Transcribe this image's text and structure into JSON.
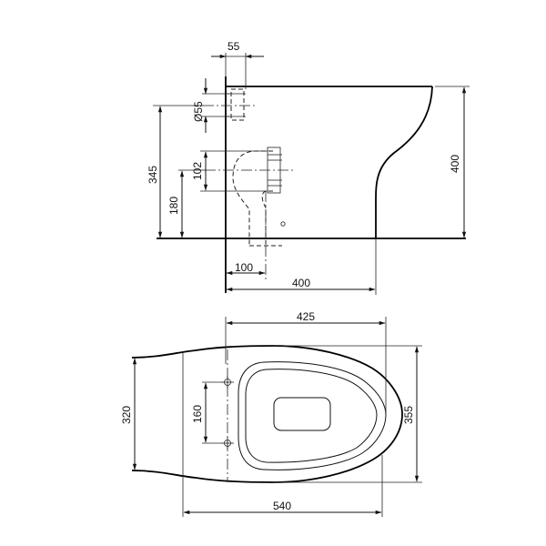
{
  "side_view": {
    "dim_pipe_offset": "55",
    "dim_inlet_diameter": "Ø55",
    "dim_inlet_height": "345",
    "dim_outlet_diameter": "102",
    "dim_outlet_height": "180",
    "dim_total_height": "400",
    "dim_outlet_distance": "100",
    "dim_depth": "400"
  },
  "top_view": {
    "dim_bowl_length": "425",
    "dim_mount_width": "320",
    "dim_bolt_spacing": "160",
    "dim_overall_width": "355",
    "dim_overall_length": "540"
  }
}
